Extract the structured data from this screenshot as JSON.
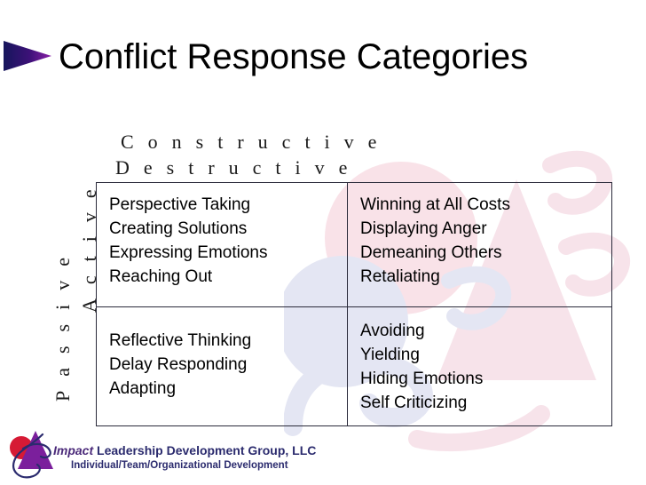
{
  "slide": {
    "title": "Conflict Response Categories",
    "bullet_icon": "triangle-right-icon",
    "watermark_icon": "company-logo-watermark"
  },
  "axes": {
    "columns": [
      "Constructive",
      "Destructive"
    ],
    "rows": [
      "Active",
      "Passive"
    ]
  },
  "matrix": {
    "active_constructive": [
      "Perspective Taking",
      "Creating Solutions",
      "Expressing Emotions",
      "Reaching Out"
    ],
    "active_destructive": [
      "Winning at All Costs",
      "Displaying Anger",
      "Demeaning Others",
      "Retaliating"
    ],
    "passive_constructive": [
      "Reflective Thinking",
      "Delay Responding",
      "Adapting"
    ],
    "passive_destructive": [
      "Avoiding",
      "Yielding",
      "Hiding Emotions",
      "Self Criticizing"
    ]
  },
  "footer": {
    "brand": "Impact",
    "company": " Leadership Development Group, LLC",
    "tagline": "Individual/Team/Organizational Development",
    "logo_icon": "impact-logo-icon"
  },
  "colors": {
    "bullet_start": "#1d1d5e",
    "bullet_end": "#7a1f9e",
    "border": "#2a2a3a",
    "footer_text": "#2b2b6e",
    "brand_text": "#4b2a7a",
    "logo_circle": "#d61a35",
    "logo_triangle": "#7b1f9c",
    "logo_swoosh": "#2b2b6e",
    "watermark_pink": "#f6dbe2",
    "watermark_blue": "#e2e4f2"
  }
}
